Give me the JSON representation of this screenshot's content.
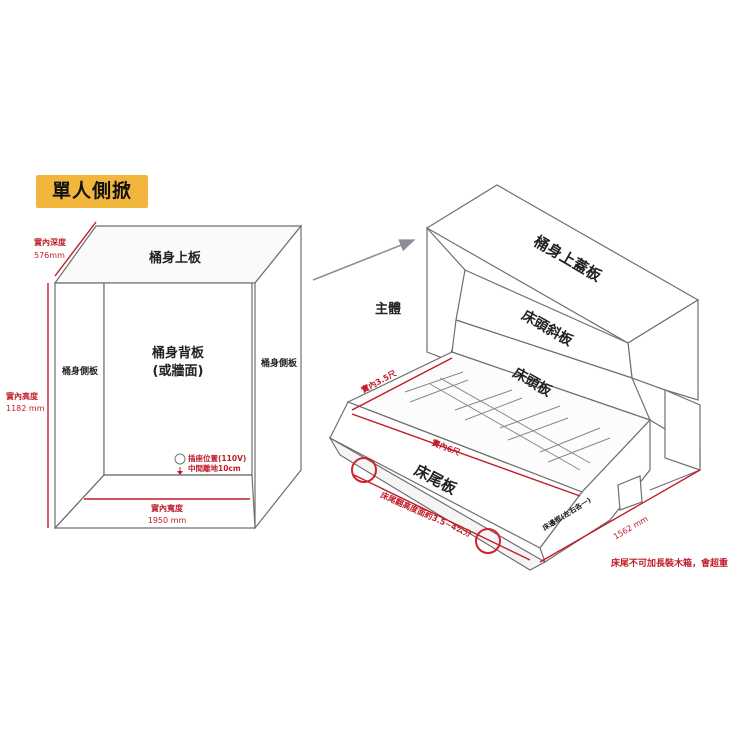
{
  "title": "單人側掀",
  "cabinet": {
    "depth_label": "實內深度",
    "depth_value": "576mm",
    "height_label": "實內高度",
    "height_value": "1182 mm",
    "width_label": "實內寬度",
    "width_value": "1950 mm",
    "top_panel": "桶身上板",
    "back_panel_line1": "桶身背板",
    "back_panel_line2": "(或牆面)",
    "left_side_panel": "桶身側板",
    "right_side_panel": "桶身側板",
    "socket_line1": "插座位置(110V)",
    "socket_line2": "中間離地10cm"
  },
  "bed": {
    "main_body": "主體",
    "top_cover": "桶身上蓋板",
    "head_slant": "床頭斜板",
    "head_board": "床頭板",
    "foot_board": "床尾板",
    "inner_width": "實內3.5尺",
    "inner_length": "實內6尺",
    "foot_height": "床尾翻高度面約3.5~4公分",
    "side_frame": "床邊框(左右各一)",
    "depth_value": "1562 mm",
    "warning": "床尾不可加長裝木箱，會超重"
  }
}
